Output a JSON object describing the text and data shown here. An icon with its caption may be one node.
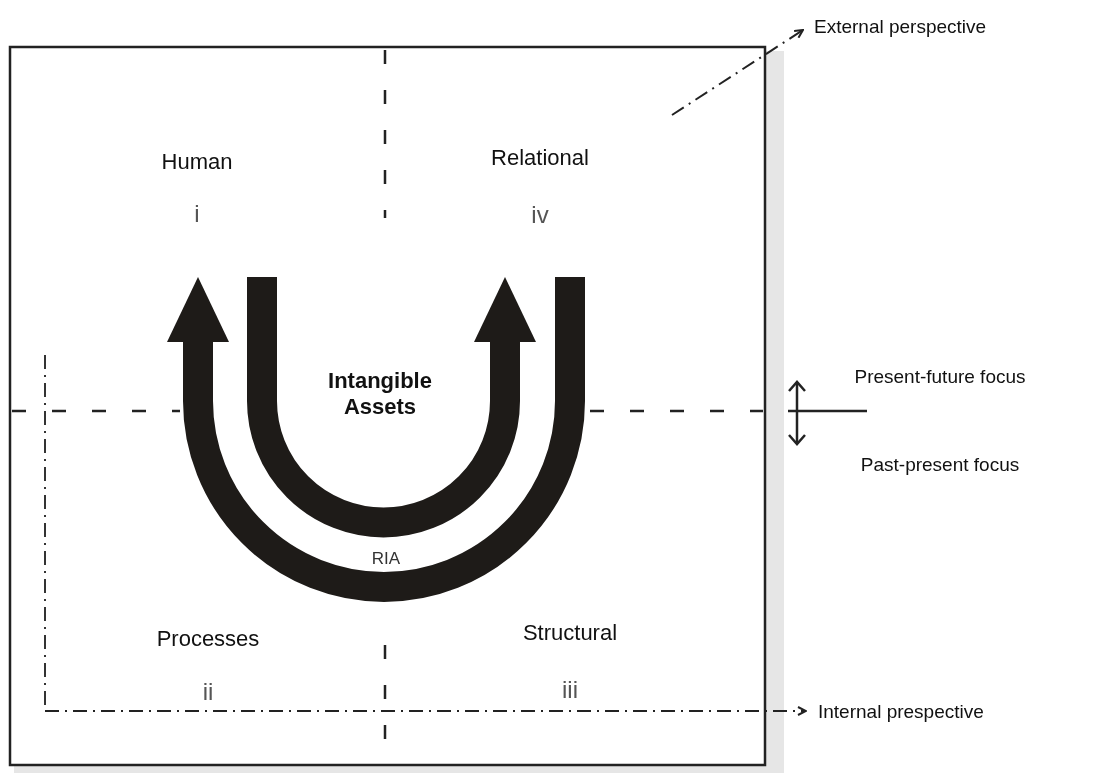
{
  "diagram": {
    "nodes": [
      {
        "text": [
          "External perspective"
        ]
      },
      {
        "text": [
          "Internal prespective"
        ]
      }
    ],
    "edges": [
      {
        "from": null,
        "to": 0,
        "arrow": "to",
        "style": "dashed"
      },
      {
        "from": null,
        "to": 1,
        "arrow": "to",
        "style": "dashed"
      }
    ],
    "labels": [
      "Human",
      "i",
      "Relational",
      "iv",
      "Intangible Assets",
      "Present-future focus",
      "Past-present focus",
      "RIA",
      "Processes",
      "ii",
      "Structural",
      "iii"
    ]
  }
}
